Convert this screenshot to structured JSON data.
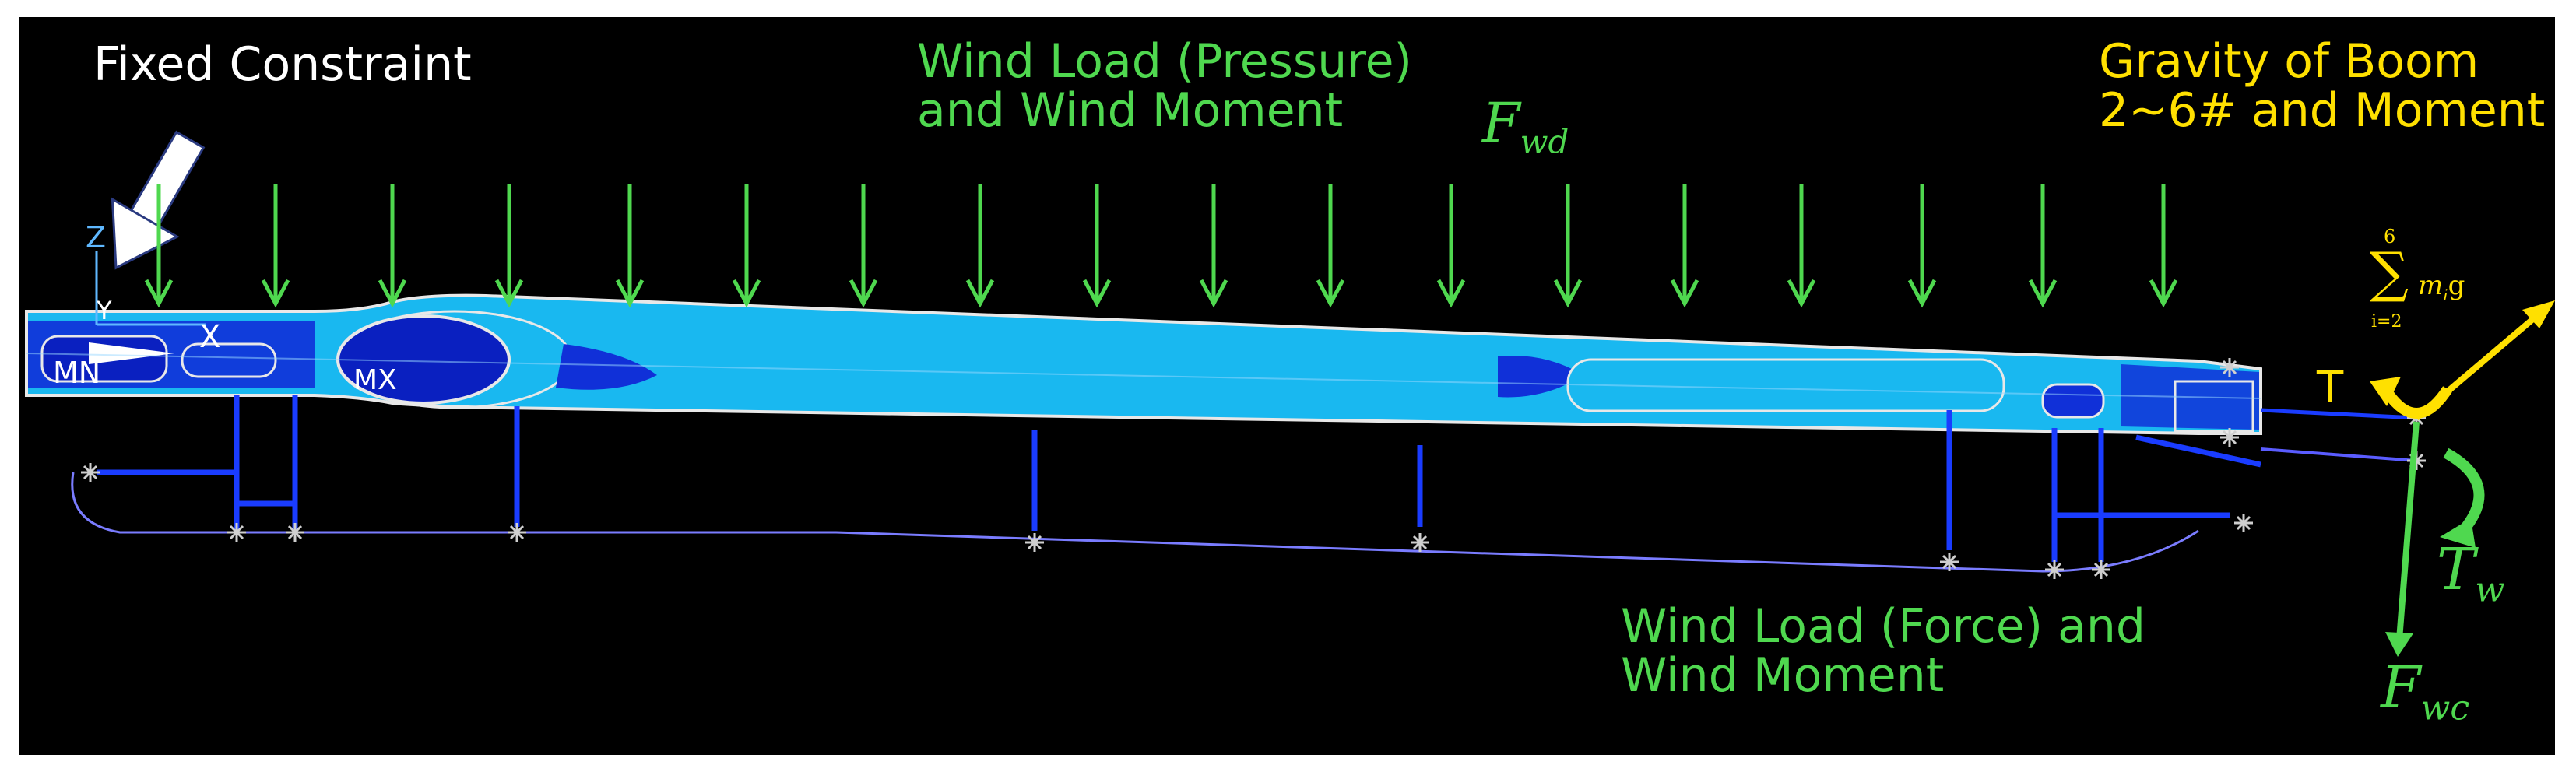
{
  "labels": {
    "fixed_constraint": "Fixed Constraint",
    "wind_pressure_line1": "Wind Load (Pressure)",
    "wind_pressure_line2": "and Wind Moment",
    "gravity_line1": "Gravity of Boom",
    "gravity_line2": "2~6# and Moment",
    "wind_force_line1": "Wind Load (Force) and",
    "wind_force_line2": "Wind Moment"
  },
  "symbols": {
    "fwd_main": "F",
    "fwd_sub": "wd",
    "fwc_main": "F",
    "fwc_sub": "wc",
    "tw_main": "T",
    "tw_sub": "w",
    "t_label": "T",
    "sum_upper": "6",
    "sum_lower": "i=2",
    "sum_sign": "∑",
    "sum_term": "m",
    "sum_term_sub": "i",
    "sum_g": "g"
  },
  "model_labels": {
    "axis_z": "Z",
    "axis_y": "Y",
    "axis_x": "X",
    "min_marker": "MN",
    "max_marker": "MX"
  },
  "colors": {
    "background": "#000000",
    "load_green": "#4fd84f",
    "gravity_yellow": "#ffe000",
    "boom_light": "#19b8f0",
    "boom_dark": "#1030d8",
    "outline": "#e8e8e8"
  },
  "icons": [
    "fixed-constraint-arrow-icon",
    "wind-pressure-arrow-icon",
    "gravity-arrow-icon",
    "moment-arc-icon",
    "support-node-icon"
  ]
}
